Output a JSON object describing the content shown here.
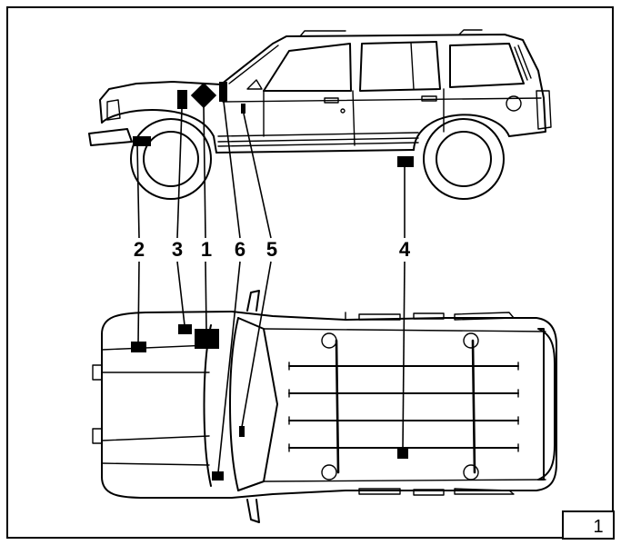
{
  "callouts": {
    "c1": "1",
    "c2": "2",
    "c3": "3",
    "c4": "4",
    "c5": "5",
    "c6": "6"
  },
  "figure_number": "1",
  "colors": {
    "line": "#000000",
    "background": "#ffffff"
  }
}
